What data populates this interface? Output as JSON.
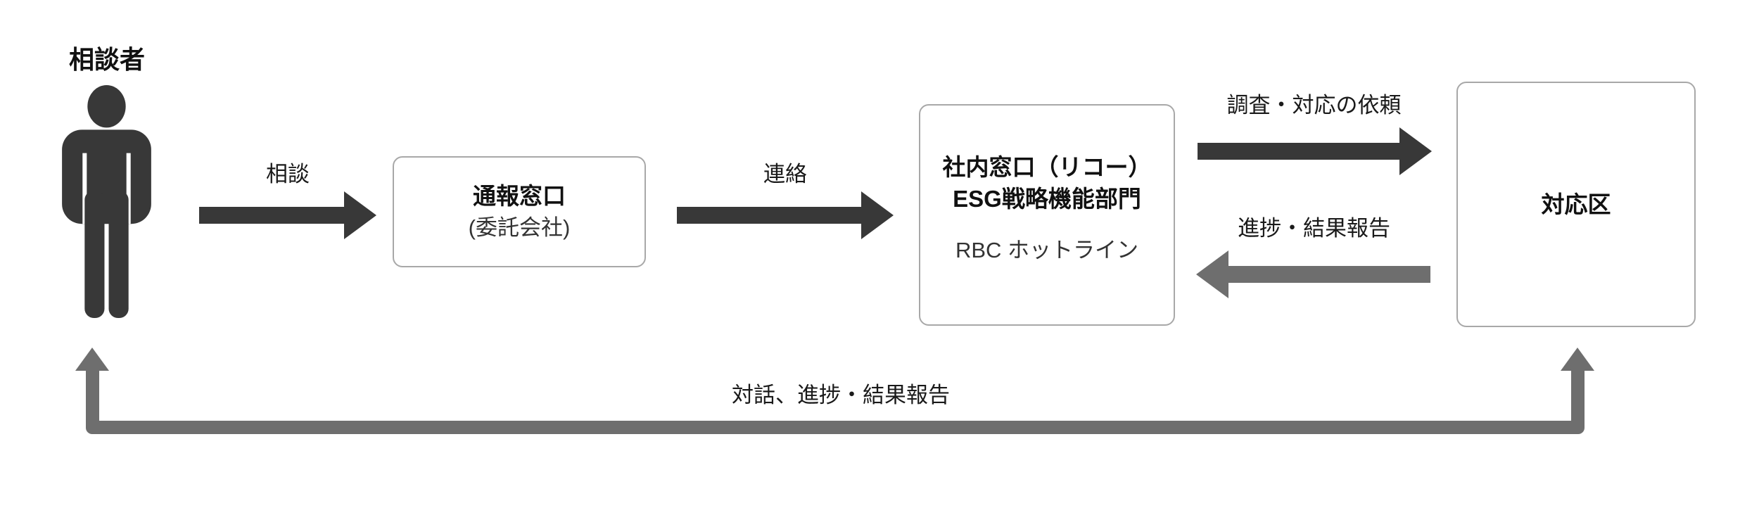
{
  "diagram": {
    "actor": {
      "label": "相談者",
      "icon": "person-icon"
    },
    "flow_labels": {
      "consult": "相談",
      "contact": "連絡",
      "request": "調査・対応の依頼",
      "progress_report": "進捗・結果報告",
      "dialogue_report": "対話、進捗・結果報告"
    },
    "nodes": {
      "report_desk": {
        "title": "通報窓口",
        "subtitle": "(委託会社)"
      },
      "internal_desk": {
        "title_line1": "社内窓口（リコー）",
        "title_line2": "ESG戦略機能部門",
        "subtitle": "RBC ホットライン"
      },
      "response_section": {
        "title": "対応区"
      }
    },
    "colors": {
      "dark_arrow": "#383838",
      "gray_arrow": "#6e6e6e",
      "box_border": "#a8a8a8",
      "text": "#1a1a1a",
      "background": "#ffffff"
    }
  }
}
